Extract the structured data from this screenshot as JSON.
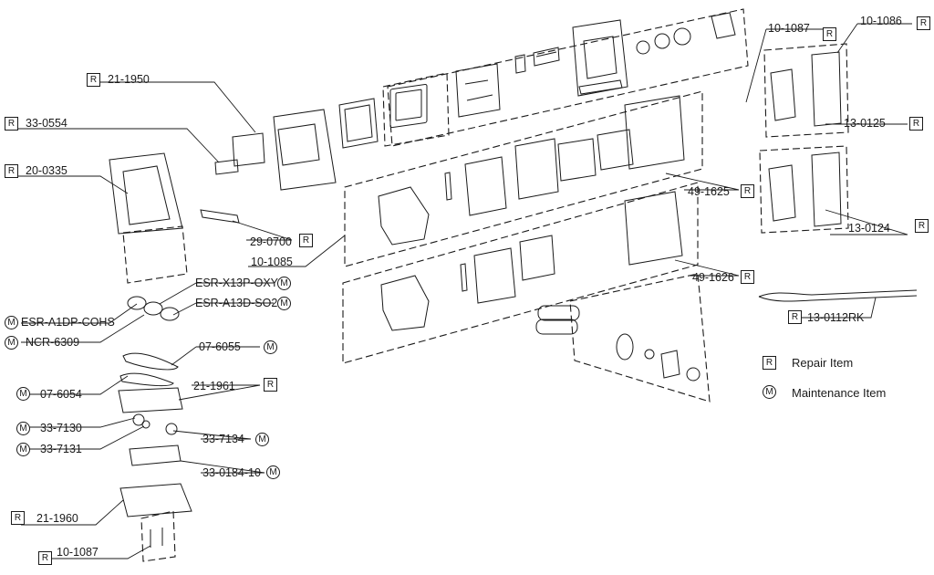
{
  "badges": {
    "repair": "R",
    "maintenance": "M"
  },
  "legend": {
    "repair": "Repair Item",
    "maintenance": "Maintenance Item"
  },
  "parts": [
    {
      "id": "p-10-1087-top",
      "code": "10-1087",
      "badge": "R"
    },
    {
      "id": "p-10-1086",
      "code": "10-1086",
      "badge": "R"
    },
    {
      "id": "p-21-1950",
      "code": "21-1950",
      "badge": "R"
    },
    {
      "id": "p-33-0554",
      "code": "33-0554",
      "badge": "R"
    },
    {
      "id": "p-20-0335",
      "code": "20-0335",
      "badge": "R"
    },
    {
      "id": "p-13-0125",
      "code": "13-0125",
      "badge": "R"
    },
    {
      "id": "p-49-1625",
      "code": "49-1625",
      "badge": "R"
    },
    {
      "id": "p-13-0124",
      "code": "13-0124",
      "badge": "R"
    },
    {
      "id": "p-29-0700",
      "code": "29-0700",
      "badge": "R"
    },
    {
      "id": "p-10-1085",
      "code": "10-1085",
      "badge": ""
    },
    {
      "id": "p-49-1626",
      "code": "49-1626",
      "badge": "R"
    },
    {
      "id": "p-esr-x13p",
      "code": "ESR-X13P-OXY",
      "badge": "M"
    },
    {
      "id": "p-esr-a13d",
      "code": "ESR-A13D-SO2",
      "badge": "M"
    },
    {
      "id": "p-esr-a1dp",
      "code": "ESR-A1DP-COHS",
      "badge": "M"
    },
    {
      "id": "p-ncr-6309",
      "code": "NCR-6309",
      "badge": "M"
    },
    {
      "id": "p-13-0112rk",
      "code": "13-0112RK",
      "badge": "R"
    },
    {
      "id": "p-07-6055",
      "code": "07-6055",
      "badge": "M"
    },
    {
      "id": "p-07-6054",
      "code": "07-6054",
      "badge": "M"
    },
    {
      "id": "p-21-1961",
      "code": "21-1961",
      "badge": "R"
    },
    {
      "id": "p-33-7130",
      "code": "33-7130",
      "badge": "M"
    },
    {
      "id": "p-33-7131",
      "code": "33-7131",
      "badge": "M"
    },
    {
      "id": "p-33-7134",
      "code": "33-7134",
      "badge": "M"
    },
    {
      "id": "p-33-0184-10",
      "code": "33-0184-10",
      "badge": "M"
    },
    {
      "id": "p-21-1960",
      "code": "21-1960",
      "badge": "R"
    },
    {
      "id": "p-10-1087-bot",
      "code": "10-1087",
      "badge": "R"
    }
  ]
}
